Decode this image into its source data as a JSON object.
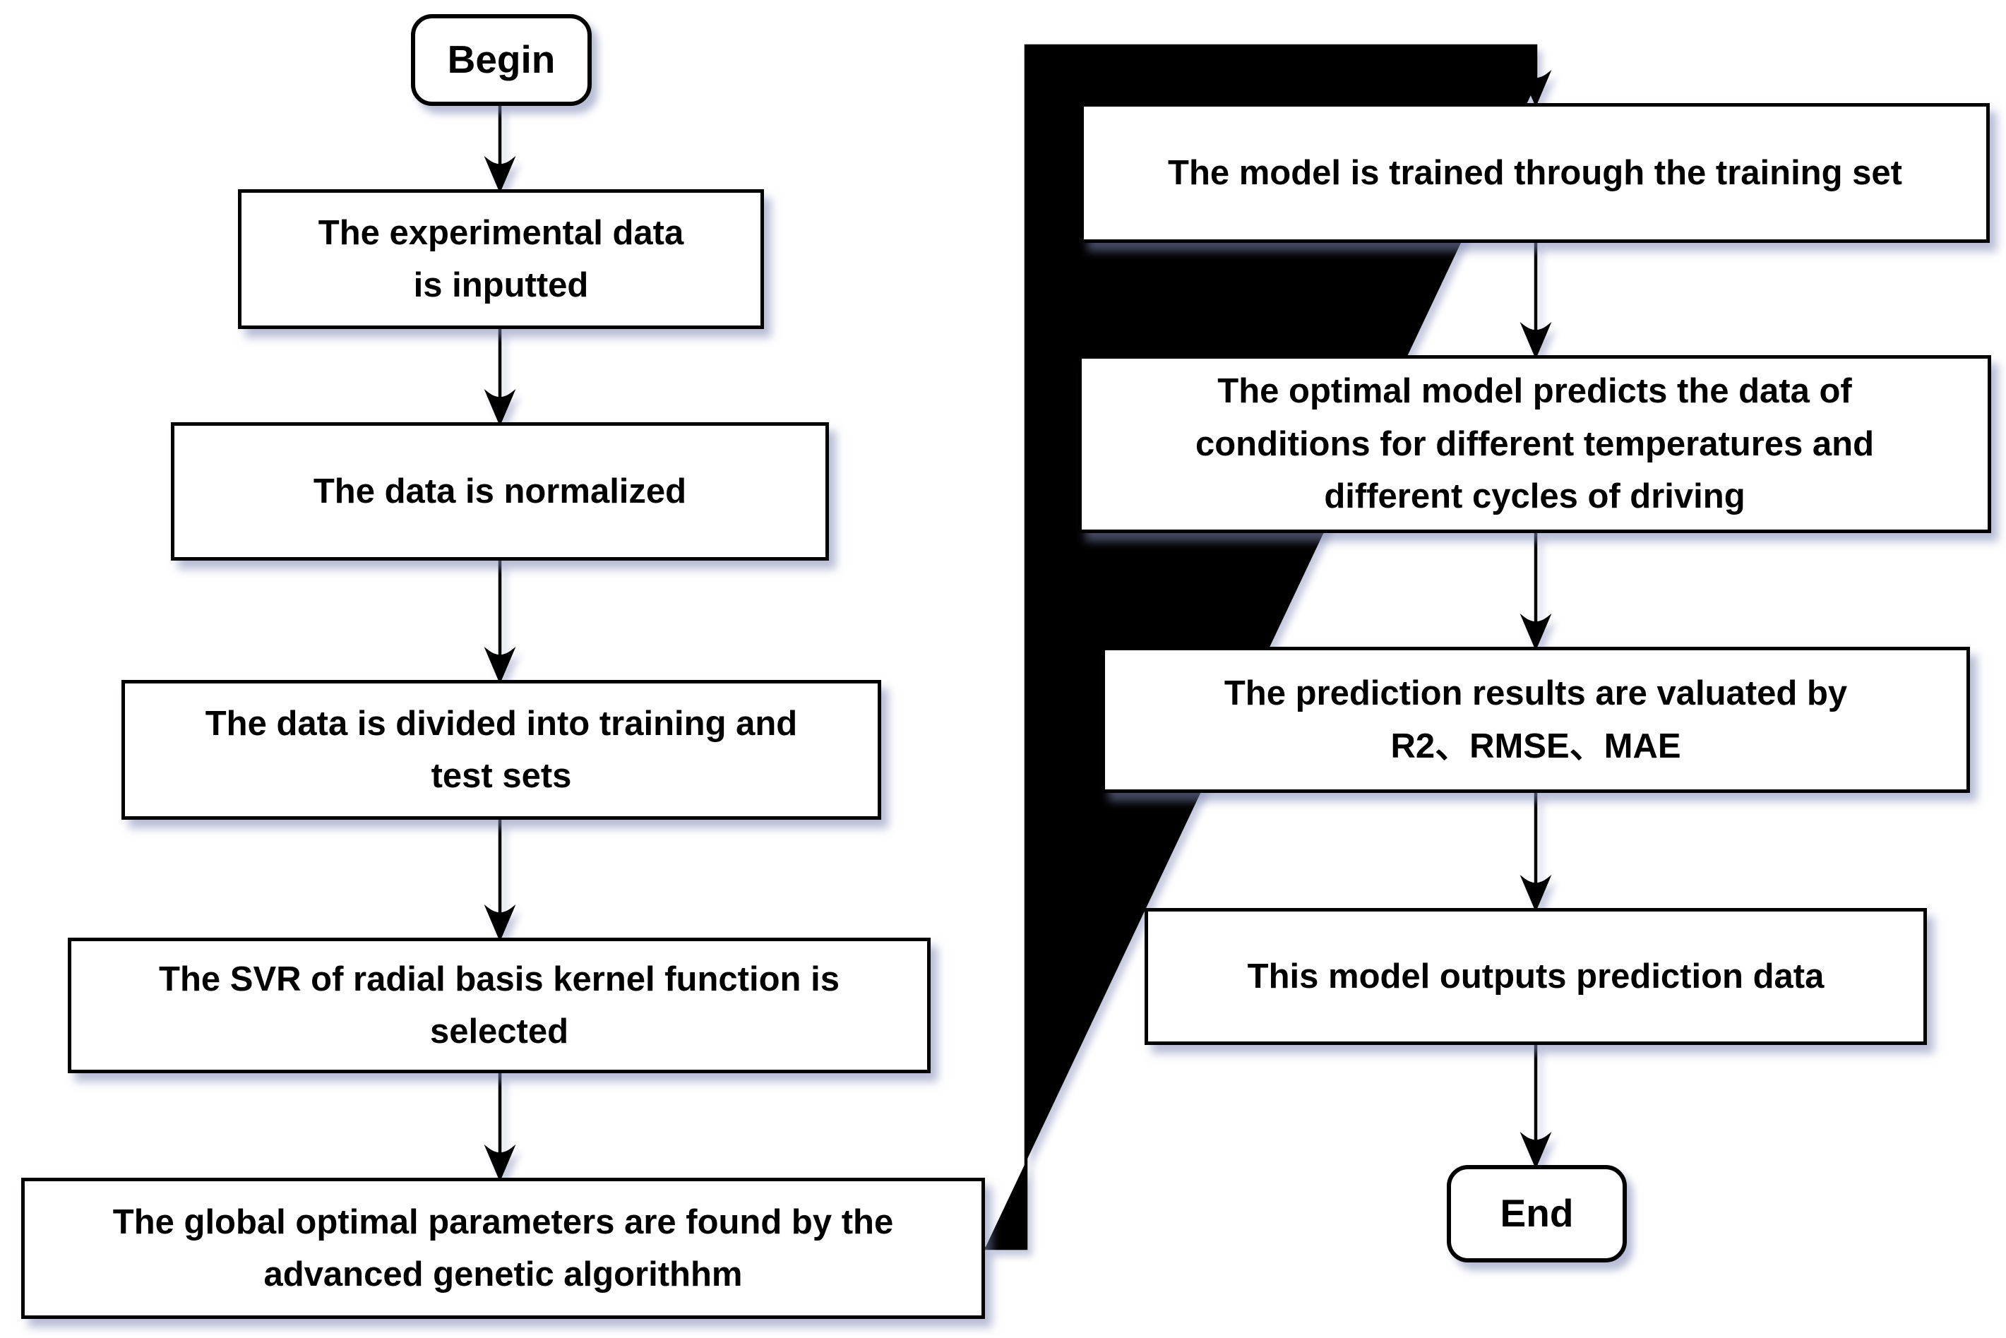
{
  "diagram": {
    "type": "flowchart",
    "background": "#ffffff",
    "node_fill": "#ffffff",
    "node_border_color": "#000000",
    "text_color": "#000000",
    "shadow_color": "#8f9ac5",
    "arrow_color": "#000000"
  },
  "nodes": {
    "begin": {
      "label": "Begin",
      "shape": "rounded"
    },
    "input": {
      "label": "The experimental data\nis inputted",
      "shape": "rect"
    },
    "normalize": {
      "label": "The data is normalized",
      "shape": "rect"
    },
    "split": {
      "label": "The data is divided into training and\ntest sets",
      "shape": "rect"
    },
    "svr": {
      "label": "The SVR of radial basis kernel function is\nselected",
      "shape": "rect"
    },
    "genetic": {
      "label": "The global optimal parameters are found by the\nadvanced genetic algorithhm",
      "shape": "rect"
    },
    "train": {
      "label": "The model is trained through the training set",
      "shape": "rect"
    },
    "predict": {
      "label": "The optimal model predicts the data of\nconditions for different temperatures and\ndifferent cycles of driving",
      "shape": "rect"
    },
    "evaluate": {
      "label": "The prediction results are valuated by\nR2、RMSE、MAE",
      "shape": "rect"
    },
    "output": {
      "label": "This model outputs prediction data",
      "shape": "rect"
    },
    "end": {
      "label": "End",
      "shape": "rounded"
    }
  },
  "edges": [
    {
      "from": "begin",
      "to": "input"
    },
    {
      "from": "input",
      "to": "normalize"
    },
    {
      "from": "normalize",
      "to": "split"
    },
    {
      "from": "split",
      "to": "svr"
    },
    {
      "from": "svr",
      "to": "genetic"
    },
    {
      "from": "genetic",
      "to": "train"
    },
    {
      "from": "train",
      "to": "predict"
    },
    {
      "from": "predict",
      "to": "evaluate"
    },
    {
      "from": "evaluate",
      "to": "output"
    },
    {
      "from": "output",
      "to": "end"
    }
  ]
}
